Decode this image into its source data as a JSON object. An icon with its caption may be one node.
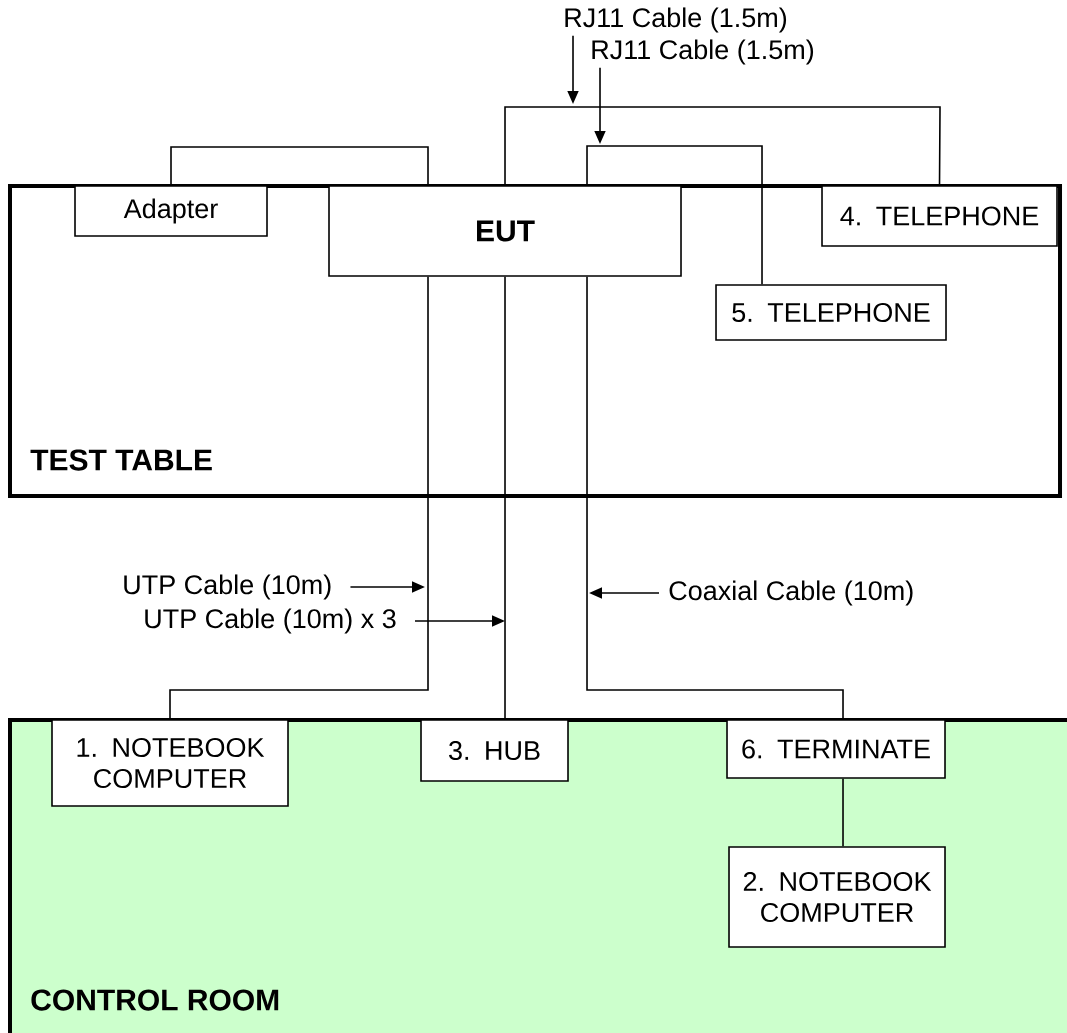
{
  "diagram": {
    "nodes": [
      {
        "text": [
          "RJ11 Cable (1.5m)"
        ]
      },
      {
        "text": [
          "RJ11 Cable (1.5m)"
        ]
      },
      {
        "text": [
          "TEST TABLE"
        ]
      },
      {
        "text": [
          "Adapter"
        ],
        "in": 2
      },
      {
        "text": [
          "EUT"
        ],
        "in": 2
      },
      {
        "text": [
          "4. TELEPHONE"
        ],
        "in": 2
      },
      {
        "text": [
          "5. TELEPHONE"
        ],
        "in": 2
      },
      {
        "text": [
          "UTP Cable (10m)"
        ]
      },
      {
        "text": [
          "UTP Cable (10m) x 3"
        ]
      },
      {
        "text": [
          "Coaxial Cable (10m)"
        ]
      },
      {
        "text": [
          "CONTROL ROOM"
        ]
      },
      {
        "text": [
          "1. NOTEBOOK COMPUTER"
        ],
        "in": 10
      },
      {
        "text": [
          "3. HUB"
        ],
        "in": 10
      },
      {
        "text": [
          "6. TERMINATE"
        ],
        "in": 10
      },
      {
        "text": [
          "2. NOTEBOOK COMPUTER"
        ],
        "in": 10
      }
    ],
    "edges": [
      {
        "from": 3,
        "to": 4,
        "arrow": "none"
      },
      {
        "from": 4,
        "to": 5,
        "arrow": "none"
      },
      {
        "from": 4,
        "to": 6,
        "arrow": "none"
      },
      {
        "from": 4,
        "to": 11,
        "arrow": "none"
      },
      {
        "from": 4,
        "to": 12,
        "arrow": "none"
      },
      {
        "from": 4,
        "to": 13,
        "arrow": "none"
      },
      {
        "from": 13,
        "to": 14,
        "arrow": "none"
      },
      {
        "from": 0,
        "to": null,
        "arrow": "to"
      },
      {
        "from": 1,
        "to": null,
        "arrow": "to"
      },
      {
        "from": 7,
        "to": null,
        "arrow": "to"
      },
      {
        "from": 8,
        "to": null,
        "arrow": "to"
      },
      {
        "from": 9,
        "to": null,
        "arrow": "to"
      }
    ]
  }
}
